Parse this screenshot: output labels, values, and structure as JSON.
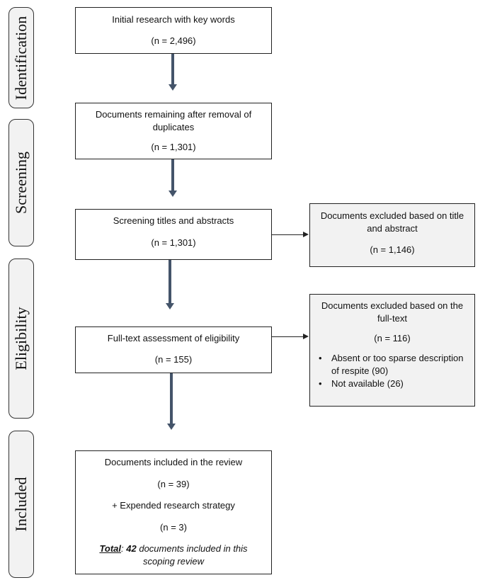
{
  "stages": {
    "identification": "Identification",
    "screening": "Screening",
    "eligibility": "Eligibility",
    "included": "Included"
  },
  "boxes": {
    "initial": {
      "title": "Initial research with key words",
      "n": "(n = 2,496)"
    },
    "duplicates": {
      "title_line1": "Documents remaining after removal of",
      "title_line2": "duplicates",
      "n": "(n = 1,301)"
    },
    "screening": {
      "title": "Screening titles and abstracts",
      "n": "(n = 1,301)"
    },
    "excluded_title": {
      "title_line1": "Documents excluded based on title",
      "title_line2": "and abstract",
      "n": "(n = 1,146)"
    },
    "fulltext": {
      "title": "Full-text assessment of eligibility",
      "n": "(n = 155)"
    },
    "excluded_fulltext": {
      "title_line1": "Documents excluded based on the",
      "title_line2": "full-text",
      "n": "(n = 116)",
      "reasons": [
        "Absent or too sparse description of respite (90)",
        "Not available (26)"
      ]
    },
    "included": {
      "title": "Documents included in the review",
      "n": "(n = 39)",
      "extra": "+ Expended research strategy",
      "extra_n": "(n = 3)",
      "total_label": "Total",
      "total_colon": ": ",
      "total_number": "42",
      "total_rest_line1": " documents included in this",
      "total_rest_line2": "scoping review"
    }
  }
}
